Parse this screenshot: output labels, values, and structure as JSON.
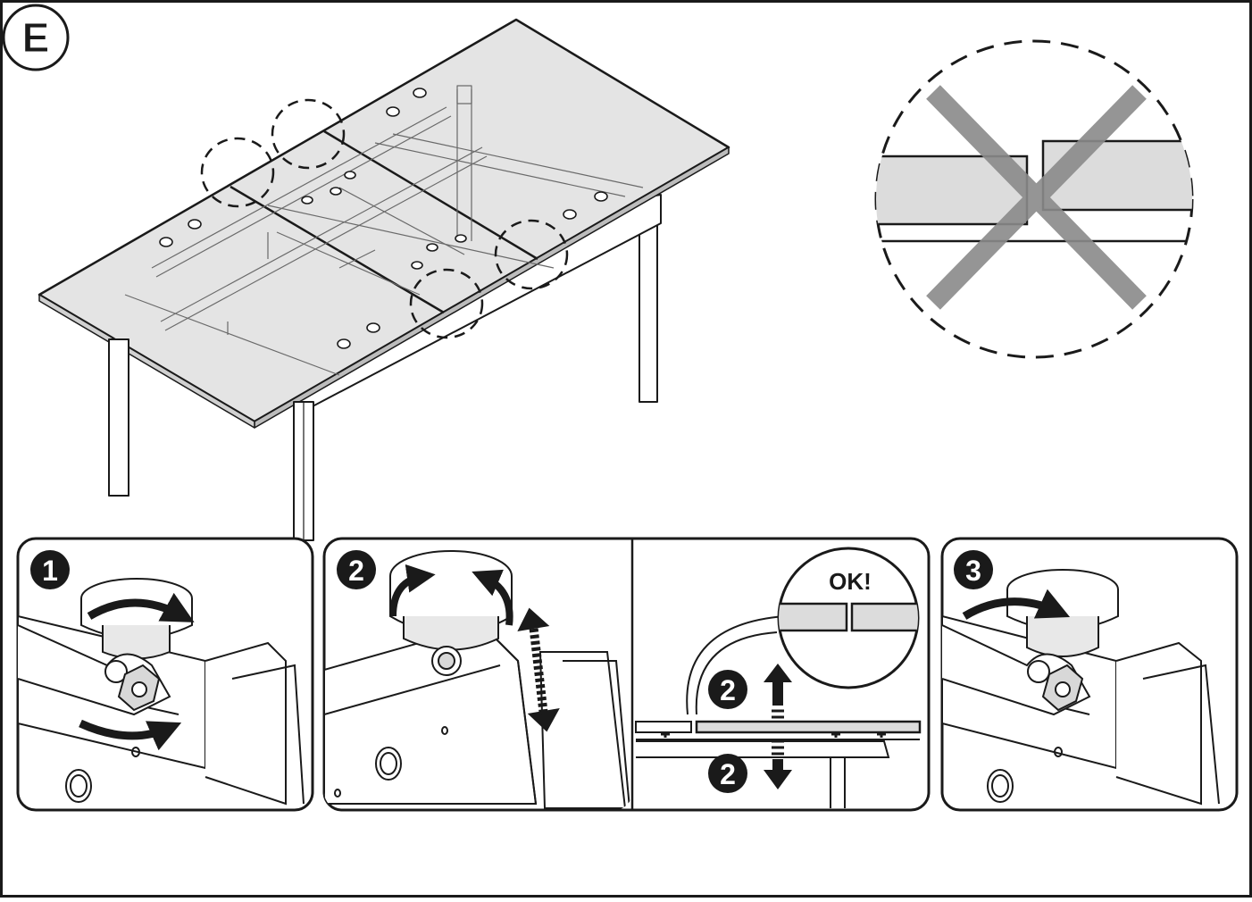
{
  "page": {
    "section_letter": "E"
  },
  "steps": {
    "step1_number": "1",
    "step2_number": "2",
    "step2b_up_number": "2",
    "step2b_down_number": "2",
    "step3_number": "3"
  },
  "callouts": {
    "ok_label": "OK!"
  },
  "colors": {
    "line": "#1a1a1a",
    "glass_fill": "#e2e2e2",
    "cross": "#8a8a8a",
    "badge": "#1a1a1a",
    "badge_text": "#ffffff"
  }
}
